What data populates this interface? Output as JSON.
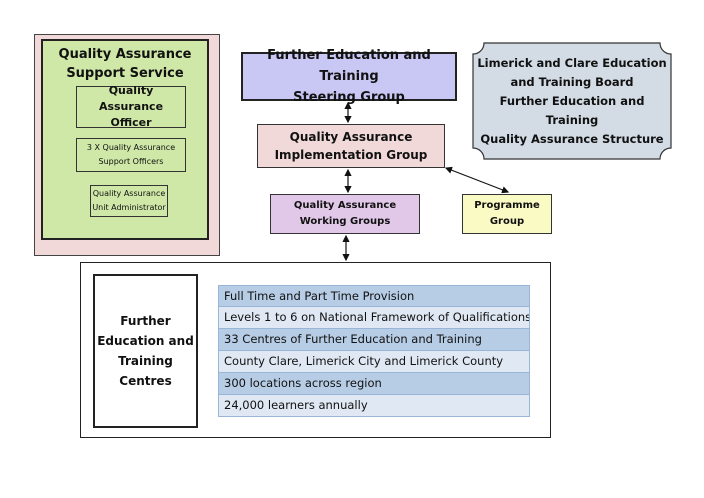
{
  "support_service": {
    "title_line1": "Quality Assurance",
    "title_line2": "Support Service",
    "officer_line1": "Quality Assurance",
    "officer_line2": "Officer",
    "support_officers_line1": "3 X Quality Assurance",
    "support_officers_line2": "Support Officers",
    "admin_line1": "Quality Assurance",
    "admin_line2": "Unit Administrator"
  },
  "steering_group": {
    "line1": "Further Education and Training",
    "line2": "Steering Group"
  },
  "structure_title": {
    "line1": "Limerick and Clare Education",
    "line2": "and Training Board",
    "line3": "Further Education and Training",
    "line4": "Quality Assurance Structure"
  },
  "implementation_group": {
    "line1": "Quality Assurance",
    "line2": "Implementation Group"
  },
  "working_groups": {
    "line1": "Quality Assurance",
    "line2": "Working Groups"
  },
  "programme_group": {
    "line1": "Programme",
    "line2": "Group"
  },
  "centres": {
    "line1": "Further",
    "line2": "Education and",
    "line3": "Training Centres",
    "facts": [
      "Full Time and Part Time Provision",
      "Levels 1 to 6 on National Framework of Qualifications",
      "33 Centres of Further Education and Training",
      "County Clare, Limerick City and Limerick County",
      "300 locations across region",
      "24,000 learners annually"
    ]
  },
  "colors": {
    "support_outer": "#f1d9d9",
    "support_inner": "#cfe8a8",
    "steering": "#c9c8f4",
    "plaque": "#d3dce5",
    "implementation": "#f1d9d9",
    "working": "#e2c8e8",
    "programme": "#fafac4",
    "fact_dark": "#b7cde6",
    "fact_light": "#dfe8f3"
  }
}
